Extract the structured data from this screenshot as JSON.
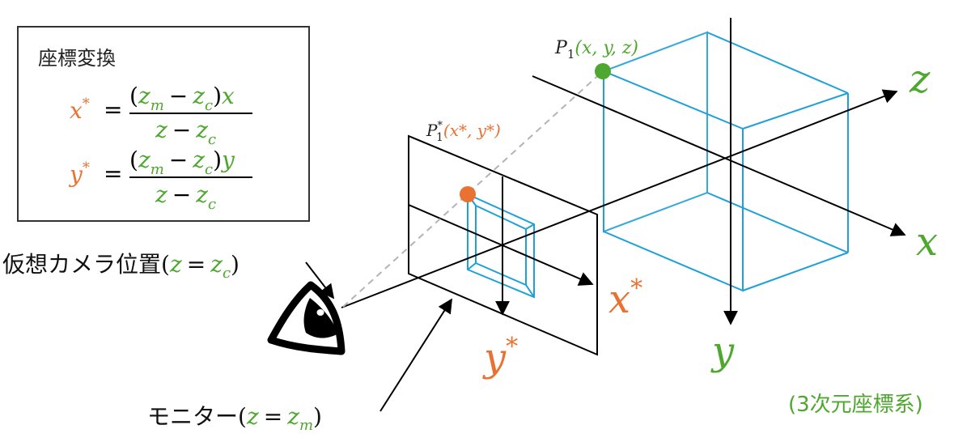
{
  "formula_box": {
    "title": "座標変換",
    "x_lhs": "x",
    "y_lhs": "y",
    "star": "*",
    "equals": "=",
    "x_numerator_var": "x",
    "y_numerator_var": "y",
    "paren_open": "(",
    "paren_close": ")",
    "minus": "−",
    "z": "z",
    "sub_m": "m",
    "sub_c": "c"
  },
  "labels": {
    "virtual_camera": "仮想カメラ位置",
    "monitor": "モニター",
    "coord_system": "(3次元座標系)",
    "eq_z_zc_open": "(",
    "eq_z_zc_close": ")",
    "eq_z": "z",
    "eq_equals": "=",
    "sub_c": "c",
    "sub_m": "m"
  },
  "points": {
    "p1_label": "P",
    "p1_sub": "1",
    "p1_coords": "(x, y, z)",
    "p1s_label": "P",
    "p1s_sub": "1",
    "p1s_star": "*",
    "p1s_coords": "(x*, y*)"
  },
  "axes": {
    "z": "z",
    "x": "x",
    "y": "y",
    "x_star": "x",
    "y_star": "y",
    "star": "*"
  },
  "colors": {
    "green": "#4ea72e",
    "orange": "#e97132",
    "cube_blue": "#1ea0d8",
    "dashed_gray": "#b3b3b3",
    "ink": "#000000"
  }
}
